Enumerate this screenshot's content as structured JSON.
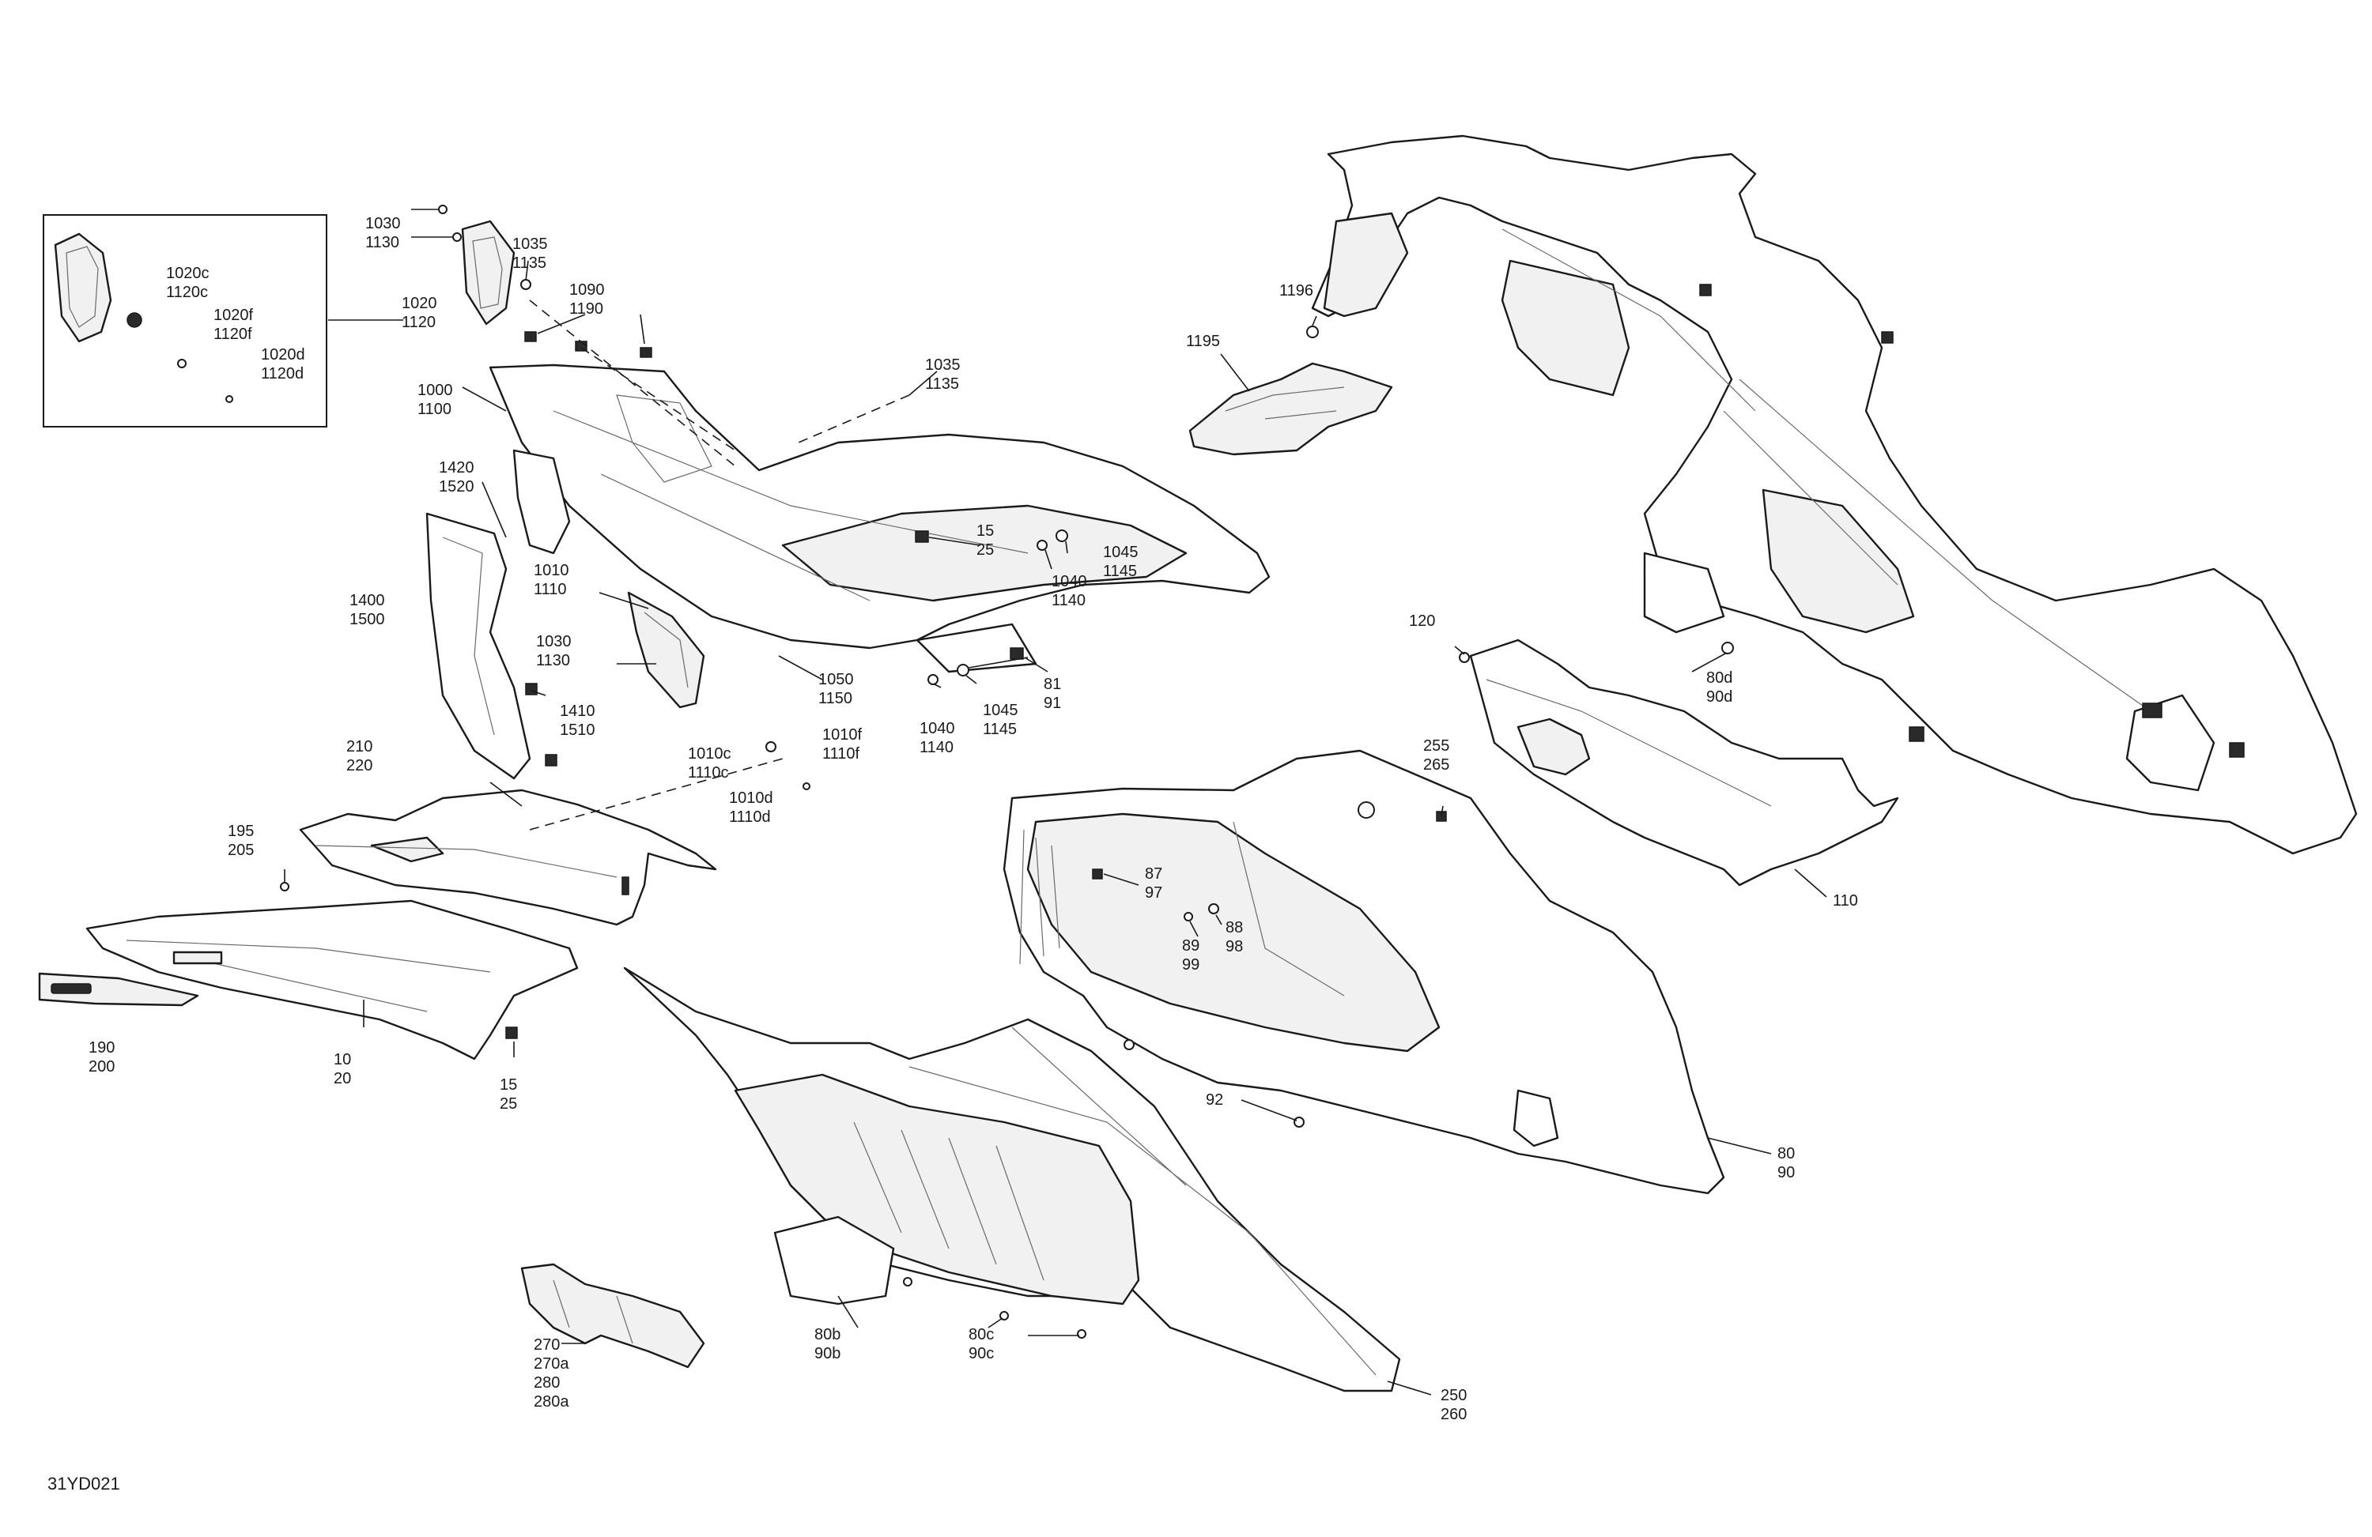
{
  "figure_id": "31YD021",
  "callouts": {
    "c1030_1130_top": [
      "1030",
      "1130"
    ],
    "c1035_1135_top": [
      "1035",
      "1135"
    ],
    "c1090_1190": [
      "1090",
      "1190"
    ],
    "c1020_1120": [
      "1020",
      "1120"
    ],
    "c1020c_1120c": [
      "1020c",
      "1120c"
    ],
    "c1020f_1120f": [
      "1020f",
      "1120f"
    ],
    "c1020d_1120d": [
      "1020d",
      "1120d"
    ],
    "c1000_1100": [
      "1000",
      "1100"
    ],
    "c1035_1135_mid": [
      "1035",
      "1135"
    ],
    "c1420_1520": [
      "1420",
      "1520"
    ],
    "c15_25_top": [
      "15",
      "25"
    ],
    "c1045_1145_top": [
      "1045",
      "1145"
    ],
    "c1040_1140_top": [
      "1040",
      "1140"
    ],
    "c1010_1110": [
      "1010",
      "1110"
    ],
    "c1400_1500": [
      "1400",
      "1500"
    ],
    "c1030_1130_mid": [
      "1030",
      "1130"
    ],
    "c1050_1150": [
      "1050",
      "1150"
    ],
    "c81_91": [
      "81",
      "91"
    ],
    "c1040_1140_bottom": [
      "1040",
      "1140"
    ],
    "c1045_1145_bottom": [
      "1045",
      "1145"
    ],
    "c1410_1510": [
      "1410",
      "1510"
    ],
    "c1010c_1110c": [
      "1010c",
      "1110c"
    ],
    "c1010f_1110f": [
      "1010f",
      "1110f"
    ],
    "c1010d_1110d": [
      "1010d",
      "1110d"
    ],
    "c210_220": [
      "210",
      "220"
    ],
    "c195_205": [
      "195",
      "205"
    ],
    "c190_200": [
      "190",
      "200"
    ],
    "c10_20": [
      "10",
      "20"
    ],
    "c15_25_bottom": [
      "15",
      "25"
    ],
    "c1196": [
      "1196"
    ],
    "c1195": [
      "1195"
    ],
    "c120": [
      "120"
    ],
    "c80d_90d": [
      "80d",
      "90d"
    ],
    "c255_265": [
      "255",
      "265"
    ],
    "c110": [
      "110"
    ],
    "c87_97": [
      "87",
      "97"
    ],
    "c88_98": [
      "88",
      "98"
    ],
    "c89_99": [
      "89",
      "99"
    ],
    "c92": [
      "92"
    ],
    "c80_90": [
      "80",
      "90"
    ],
    "c270_280": [
      "270",
      "270a",
      "280",
      "280a"
    ],
    "c80b_90b": [
      "80b",
      "90b"
    ],
    "c80c_90c": [
      "80c",
      "90c"
    ],
    "c250_260": [
      "250",
      "260"
    ]
  }
}
